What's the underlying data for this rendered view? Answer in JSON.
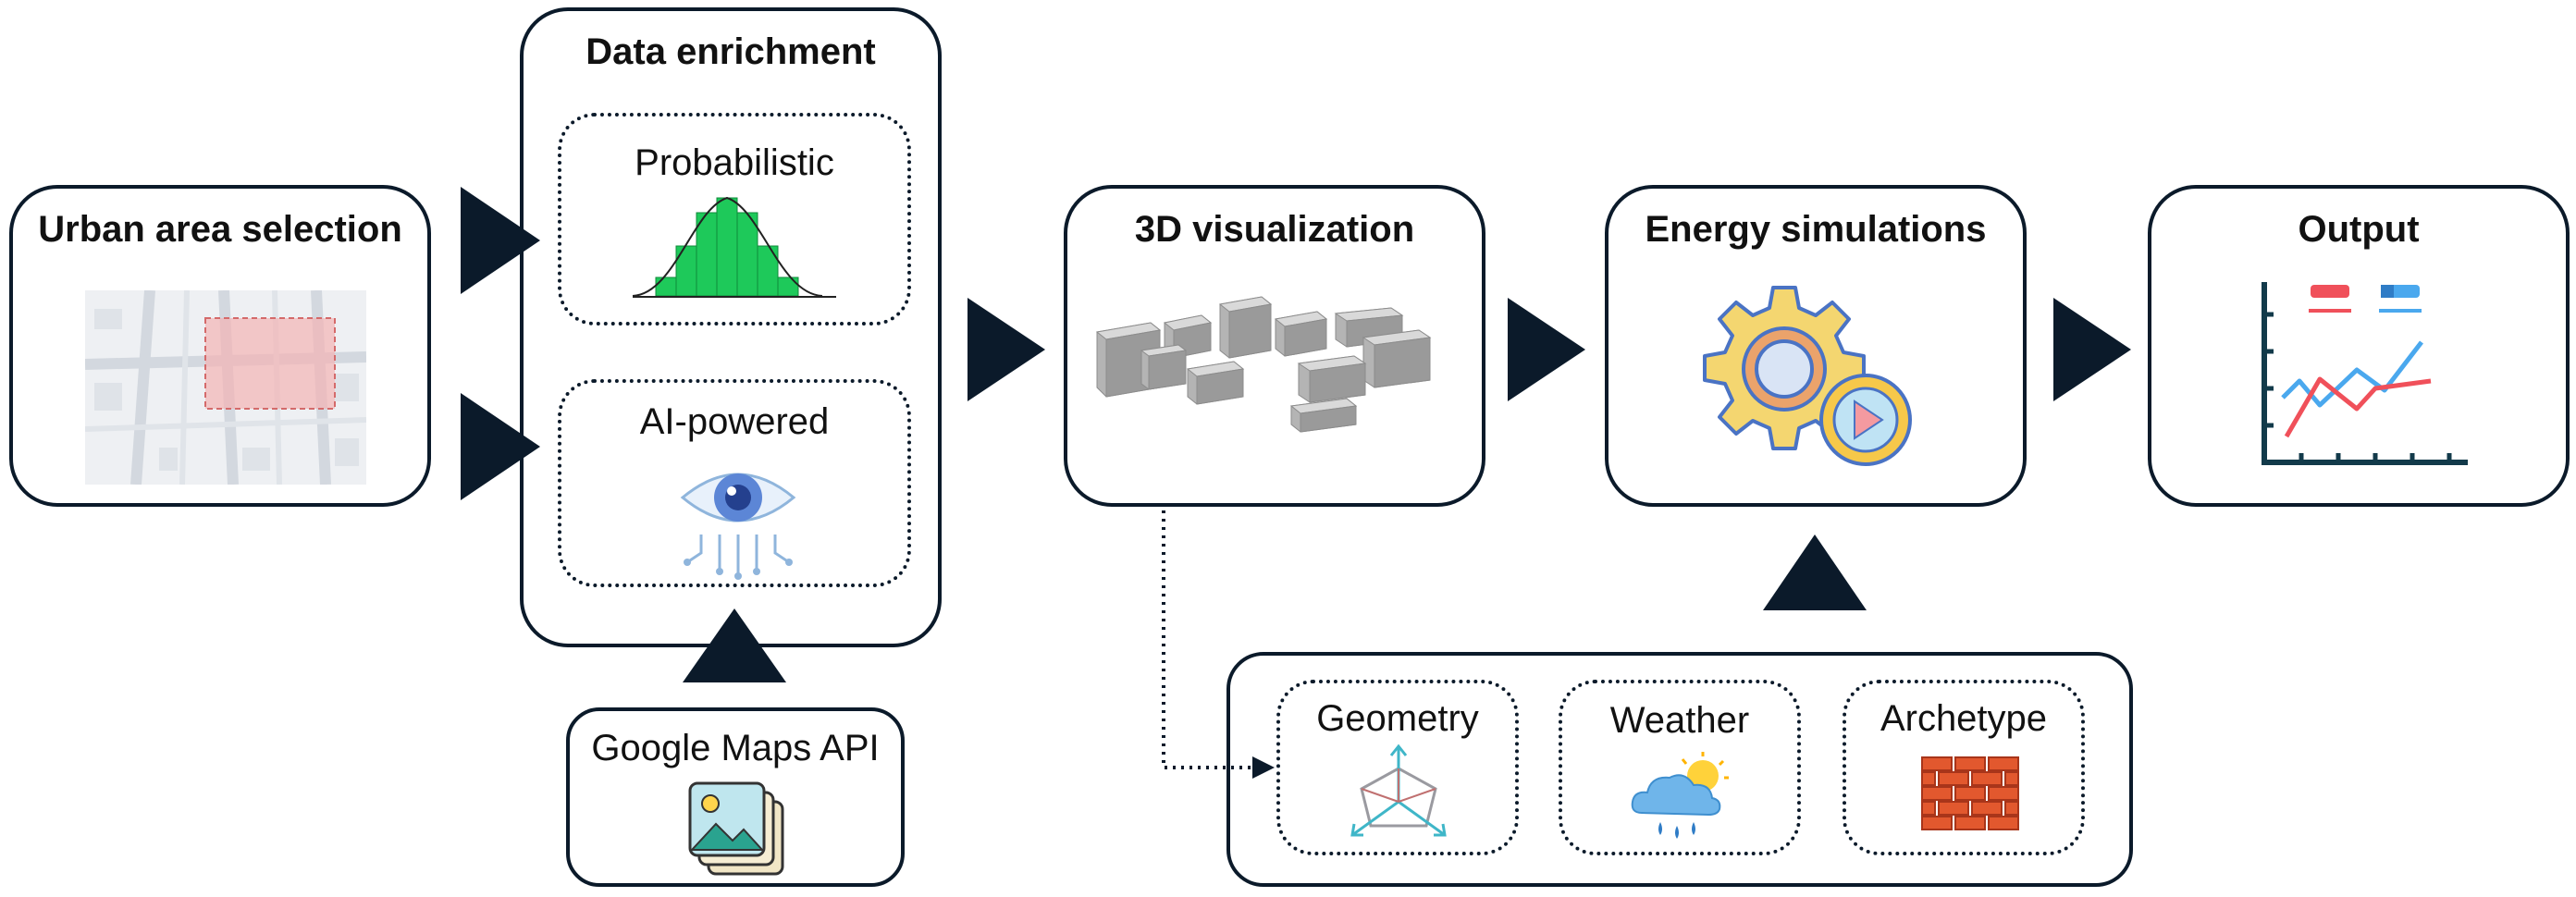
{
  "stages": {
    "urban": "Urban area selection",
    "enrichment": "Data enrichment",
    "visualization": "3D visualization",
    "energy": "Energy simulations",
    "output": "Output"
  },
  "enrichment_methods": {
    "probabilistic": "Probabilistic",
    "ai": "AI-powered"
  },
  "source": {
    "google": "Google Maps API"
  },
  "inputs": {
    "geometry": "Geometry",
    "weather": "Weather",
    "archetype": "Archetype"
  },
  "icons": [
    "map-icon",
    "histogram-icon",
    "ai-eye-icon",
    "images-icon",
    "buildings-icon",
    "gear-play-icon",
    "line-chart-icon",
    "geometry-icon",
    "weather-icon",
    "brick-wall-icon"
  ],
  "colors": {
    "border": "#0b1a2a",
    "histogram": "#1ec95a",
    "gear": "#f4d670",
    "play": "#f49aa0",
    "chart_red": "#f0505a",
    "chart_blue": "#4aa8ee",
    "brick": "#e2582e"
  }
}
